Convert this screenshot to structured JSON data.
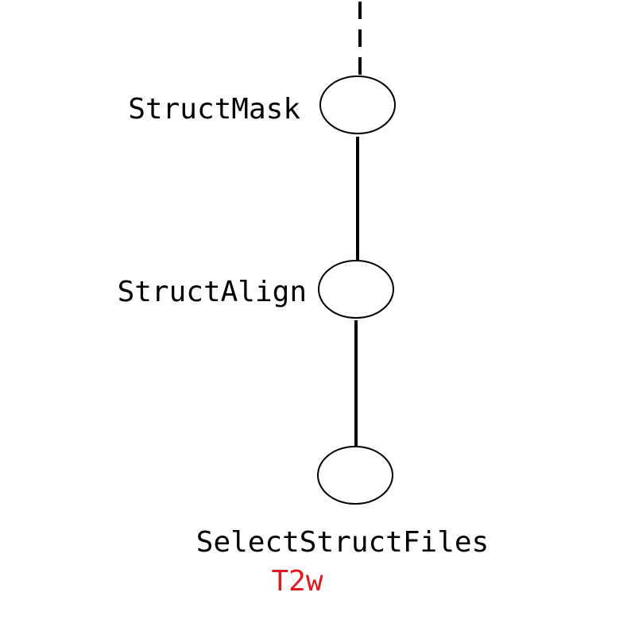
{
  "diagram": {
    "nodes": [
      {
        "id": "structmask",
        "label": "StructMask"
      },
      {
        "id": "structalign",
        "label": "StructAlign"
      },
      {
        "id": "selectstructfiles",
        "label": "SelectStructFiles",
        "sublabel": "T2w"
      }
    ],
    "edges": [
      {
        "from": "above",
        "to": "structmask",
        "style": "dashed"
      },
      {
        "from": "structmask",
        "to": "structalign",
        "style": "solid"
      },
      {
        "from": "structalign",
        "to": "selectstructfiles",
        "style": "solid"
      }
    ],
    "colors": {
      "line": "#000000",
      "node_fill": "#ffffff",
      "label": "#000000",
      "sublabel": "#e0191f"
    }
  }
}
